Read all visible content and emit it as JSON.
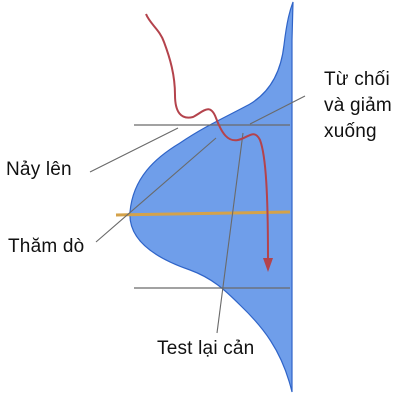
{
  "colors": {
    "distribution_fill": "#6f9eea",
    "distribution_stroke": "#2f64c8",
    "price_path": "#b4434c",
    "poc_line": "#d4a24a",
    "level_lines": "#6a6a6a",
    "pointer_lines": "#6a6a6a"
  },
  "labels": {
    "reject_line1": "Từ chối",
    "reject_line2": "và giảm",
    "reject_line3": "xuống",
    "bounce": "Nảy lên",
    "probe": "Thăm dò",
    "retest": "Test lại cản"
  }
}
